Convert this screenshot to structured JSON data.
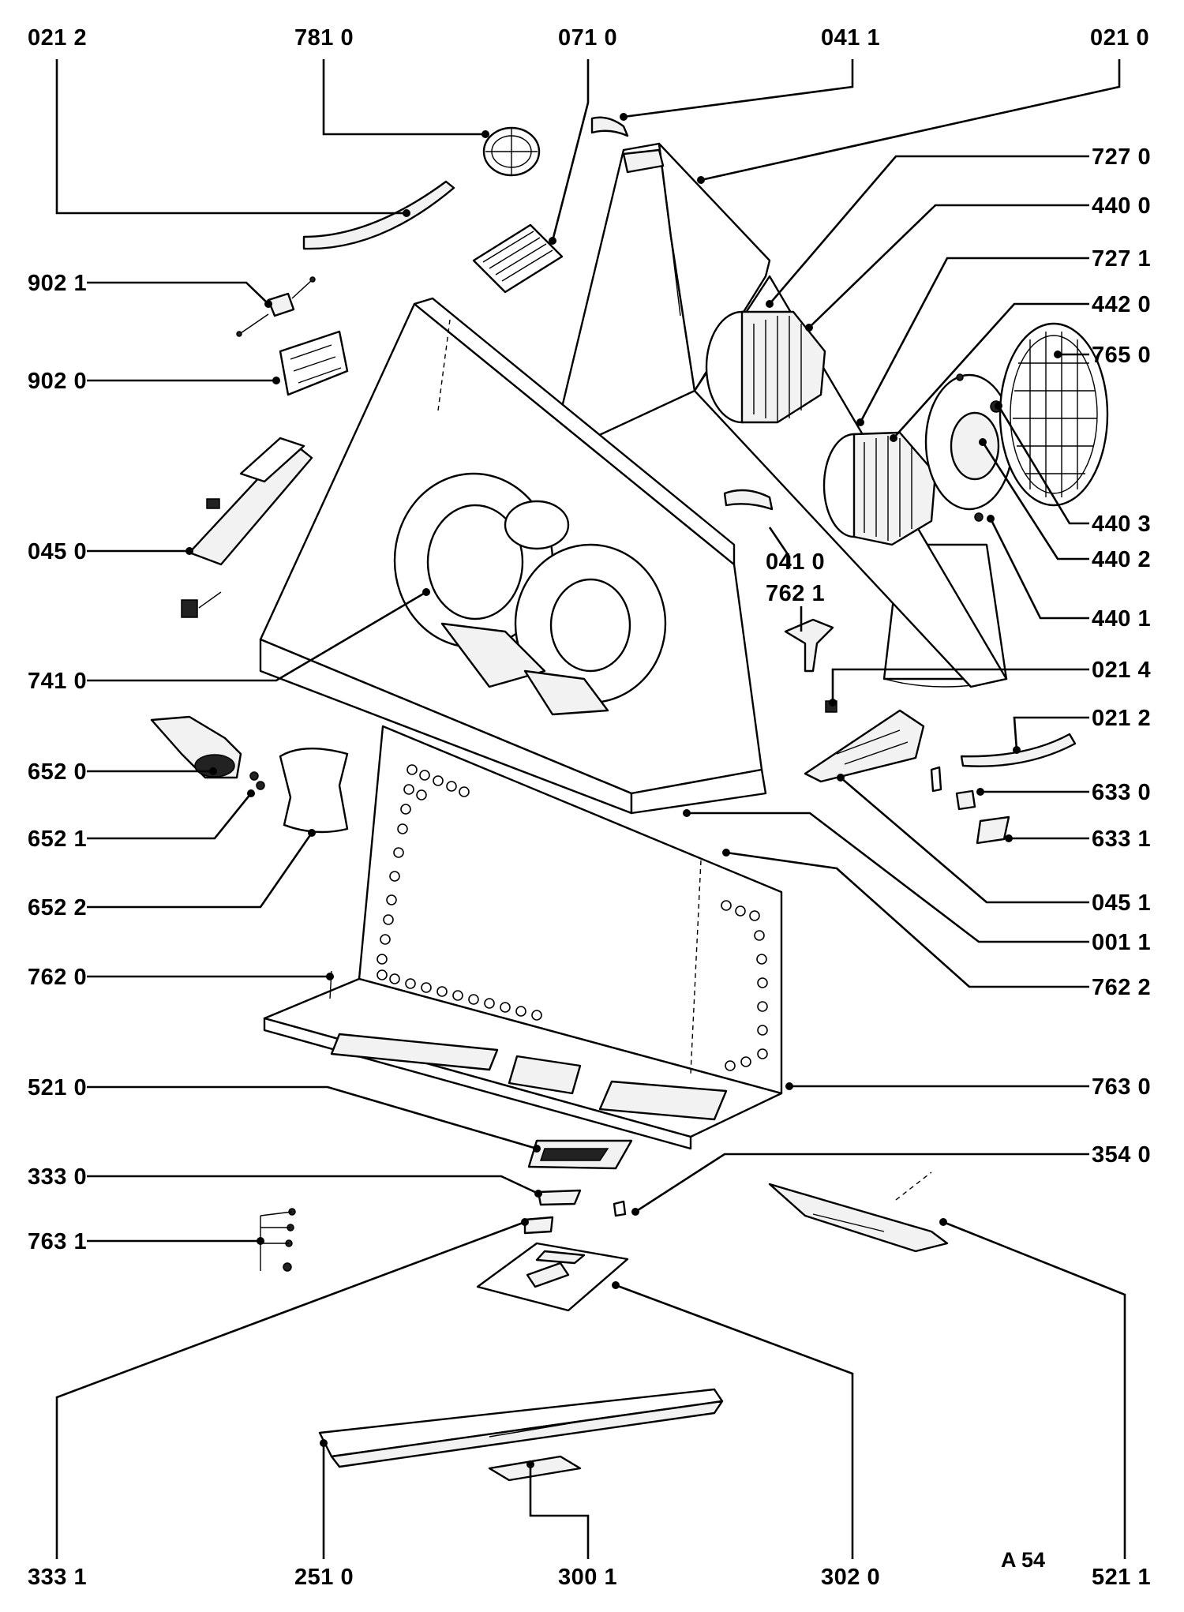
{
  "drawing_code": "A 54",
  "labels": {
    "l_021_2_top": "021 2",
    "l_781_0": "781 0",
    "l_071_0": "071 0",
    "l_041_1": "041 1",
    "l_021_0": "021 0",
    "l_727_0": "727 0",
    "l_440_0": "440 0",
    "l_727_1": "727 1",
    "l_442_0": "442 0",
    "l_765_0": "765 0",
    "l_902_1": "902 1",
    "l_902_0": "902 0",
    "l_045_0": "045 0",
    "l_440_3": "440 3",
    "l_440_2": "440 2",
    "l_041_0": "041 0",
    "l_762_1": "762 1",
    "l_440_1": "440 1",
    "l_741_0": "741 0",
    "l_021_4": "021 4",
    "l_021_2_mid": "021 2",
    "l_652_0": "652 0",
    "l_633_0": "633 0",
    "l_652_1": "652 1",
    "l_633_1": "633 1",
    "l_652_2": "652 2",
    "l_045_1": "045 1",
    "l_001_1": "001 1",
    "l_762_0": "762 0",
    "l_762_2": "762 2",
    "l_521_0": "521 0",
    "l_763_0": "763 0",
    "l_333_0": "333 0",
    "l_354_0": "354 0",
    "l_763_1": "763 1",
    "l_333_1": "333 1",
    "l_251_0": "251 0",
    "l_300_1": "300 1",
    "l_302_0": "302 0",
    "l_521_1": "521 1"
  }
}
